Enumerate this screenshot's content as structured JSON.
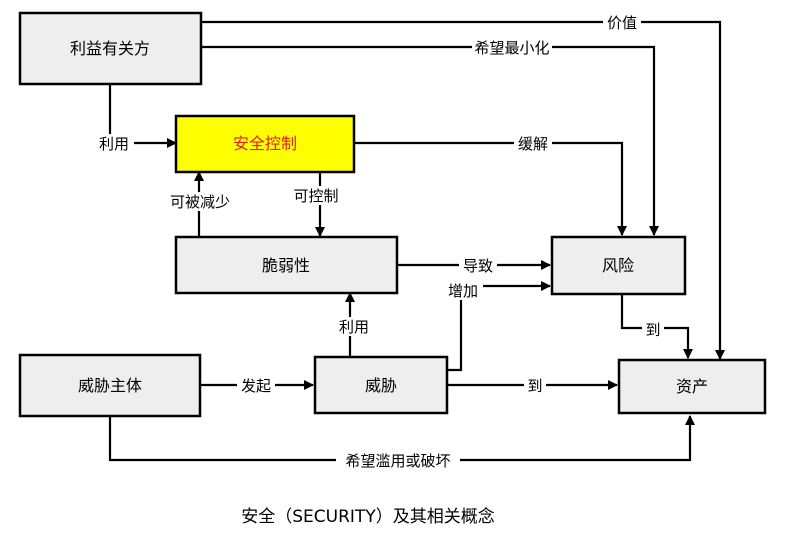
{
  "diagram": {
    "nodes": {
      "stakeholder": "利益有关方",
      "control": "安全控制",
      "vulnerability": "脆弱性",
      "risk": "风险",
      "threat_agent": "威胁主体",
      "threat": "威胁",
      "asset": "资产"
    },
    "edges": {
      "value": "价值",
      "minimize": "希望最小化",
      "use_control": "利用",
      "mitigate": "缓解",
      "can_reduce": "可被减少",
      "can_control": "可控制",
      "lead_to": "导致",
      "increase": "增加",
      "exploit": "利用",
      "initiate": "发起",
      "to_risk_asset": "到",
      "to_threat_asset": "到",
      "abuse": "希望滥用或破坏"
    },
    "caption": "安全（SECURITY）及其相关概念",
    "colors": {
      "node_fill": "#eeeeee",
      "highlight_fill": "#ffff00",
      "highlight_text": "#e02020",
      "line": "#000000"
    }
  }
}
